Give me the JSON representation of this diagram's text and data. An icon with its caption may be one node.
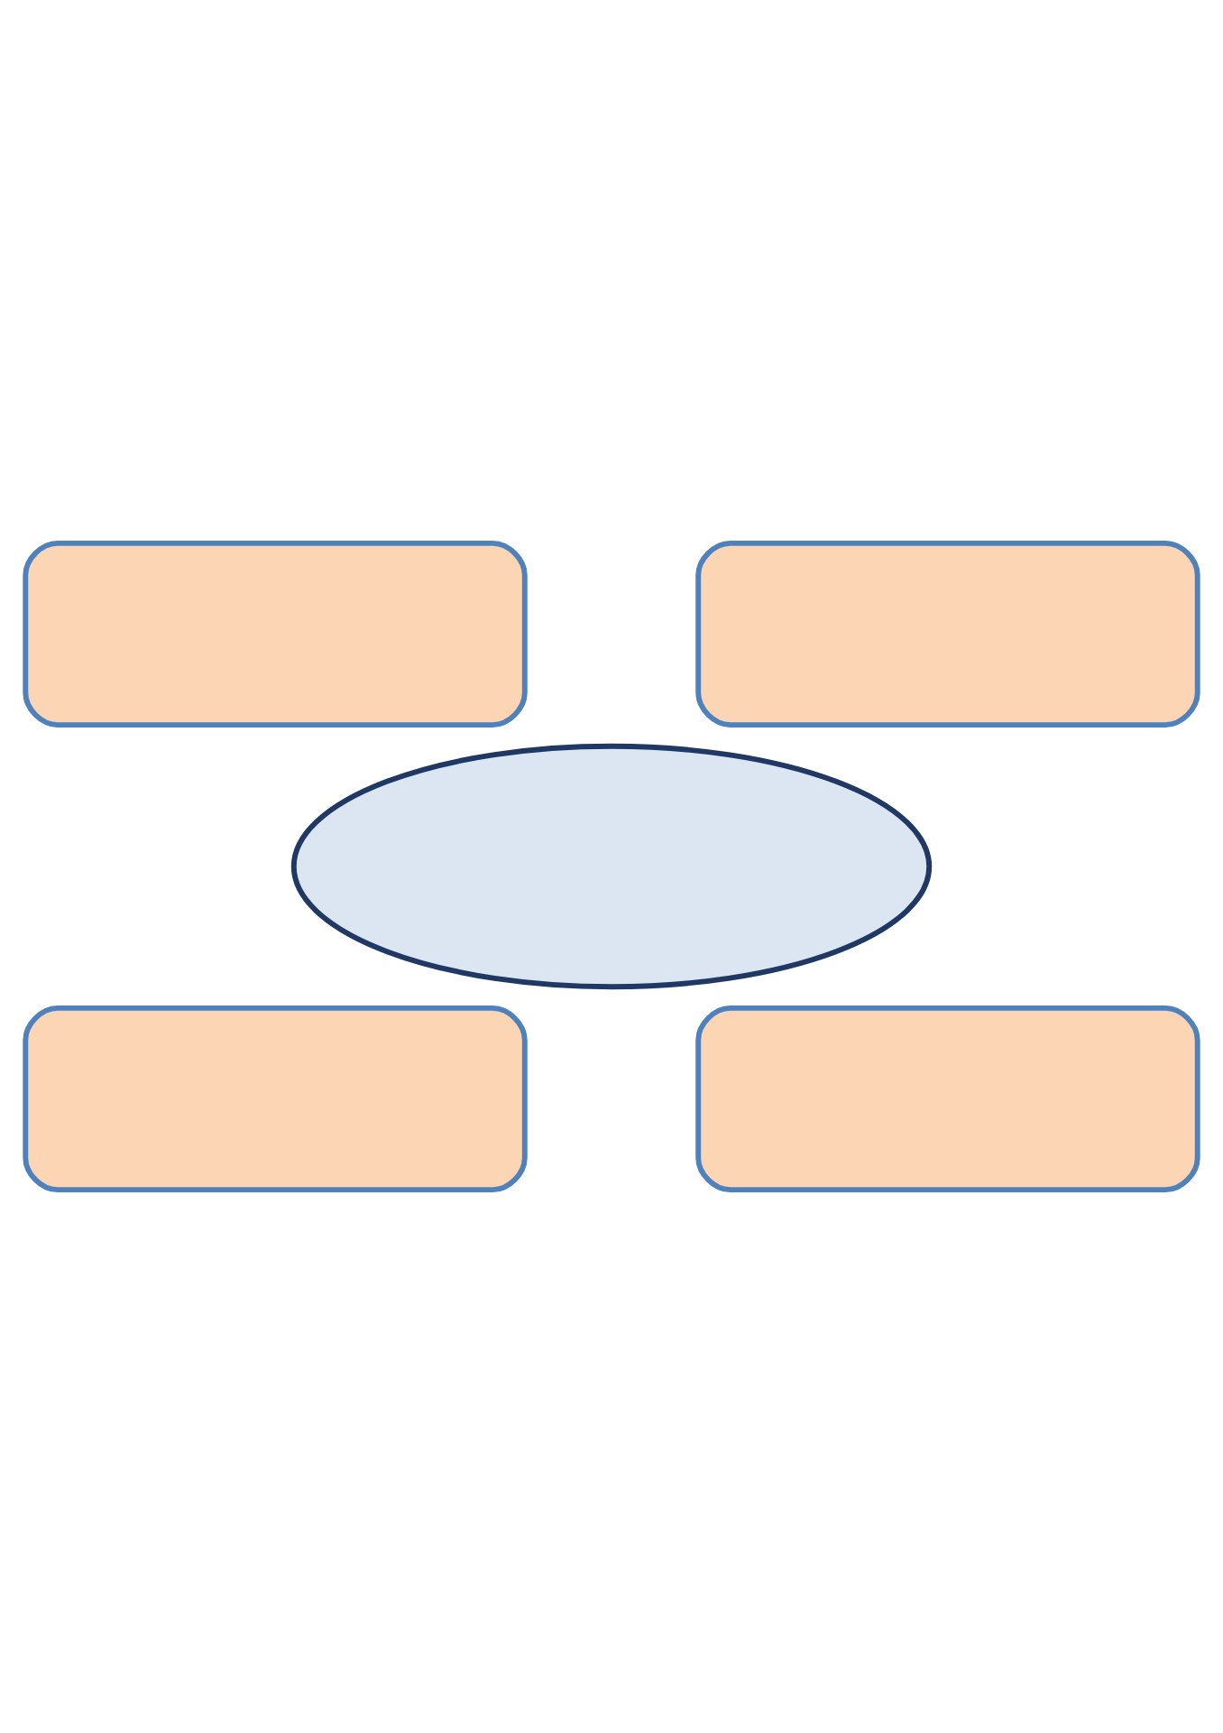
{
  "diagram": {
    "nodes": [
      {
        "text": [],
        "shape": "box"
      },
      {
        "text": [],
        "shape": "box"
      },
      {
        "text": [],
        "shape": "ellipse"
      },
      {
        "text": [],
        "shape": "box"
      },
      {
        "text": [],
        "shape": "box"
      }
    ]
  }
}
